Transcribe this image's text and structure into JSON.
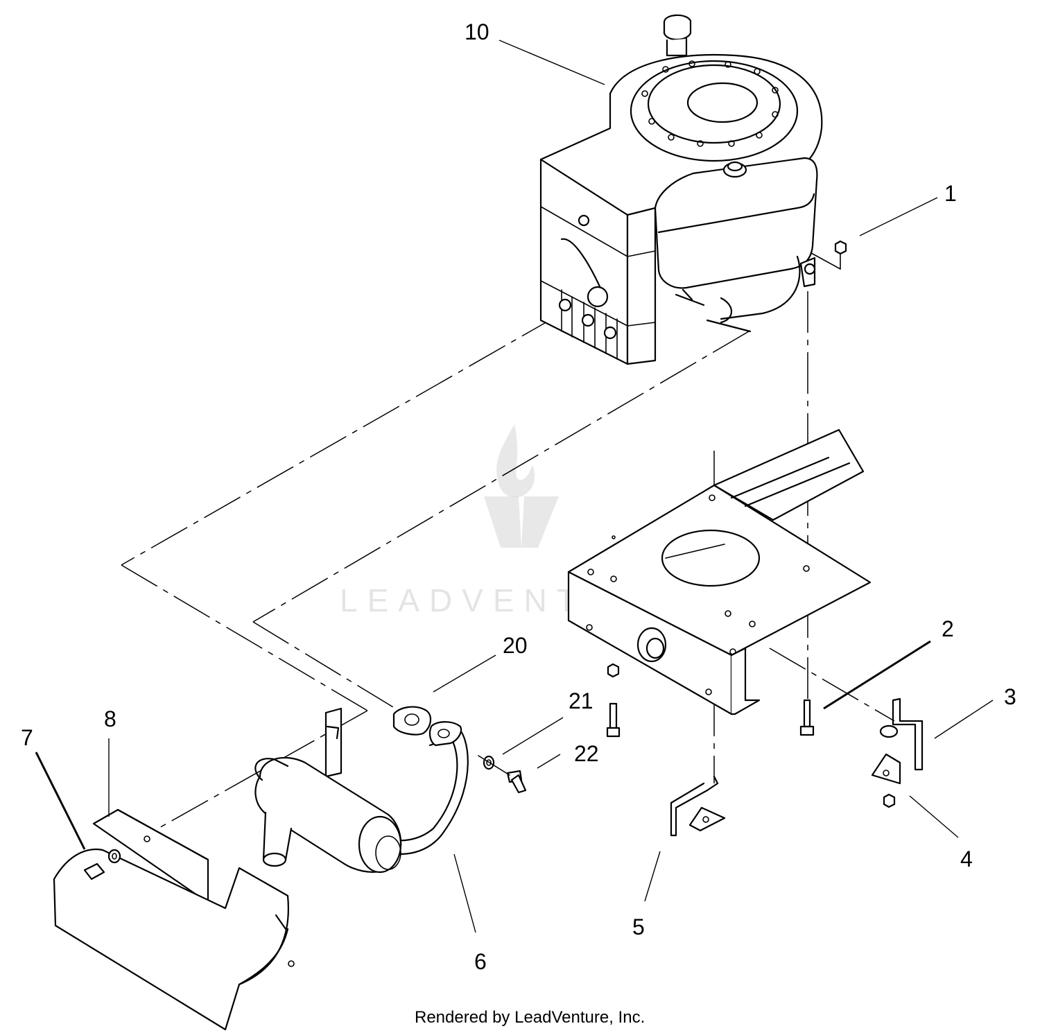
{
  "diagram": {
    "callouts": [
      "1",
      "2",
      "3",
      "4",
      "5",
      "6",
      "7",
      "8",
      "10",
      "20",
      "21",
      "22"
    ],
    "watermark": "LEADVENTURE",
    "footer": "Rendered by LeadVenture, Inc."
  }
}
